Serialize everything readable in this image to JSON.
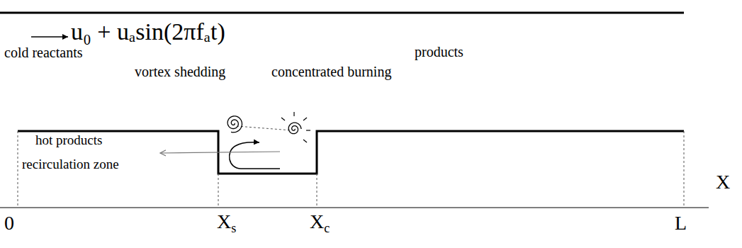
{
  "diagram": {
    "labels": [
      "u₀ + uₐsin(2πfₐt)",
      "cold reactants",
      "products",
      "vortex shedding",
      "concentrated burning",
      "hot products",
      "recirculation zone",
      "X",
      "0",
      "Xs",
      "Xc",
      "L"
    ]
  }
}
